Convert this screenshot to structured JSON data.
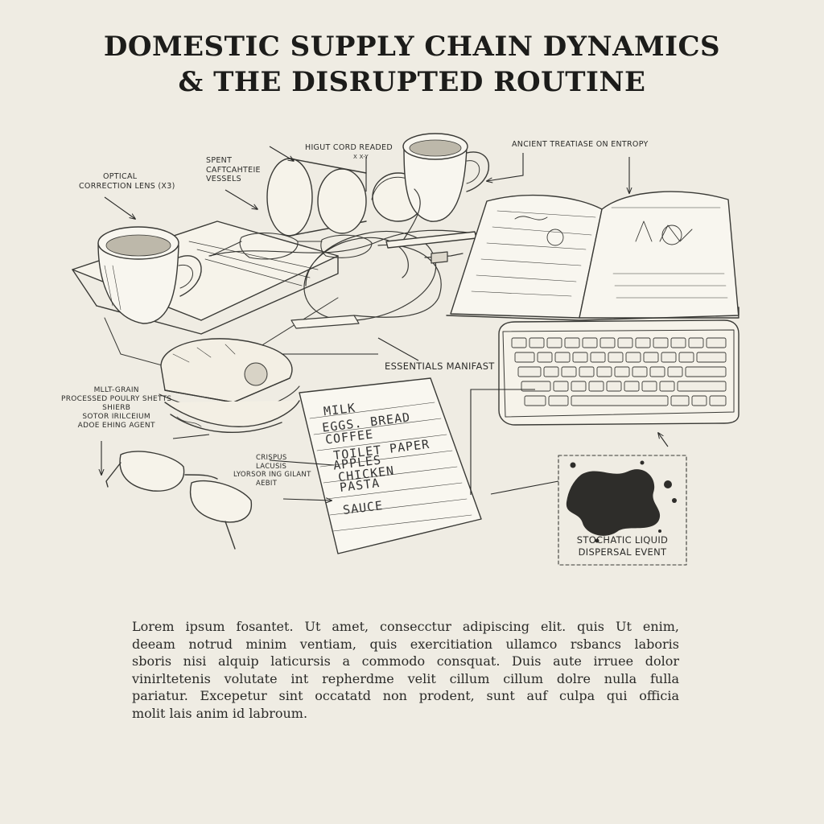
{
  "title": {
    "line1": "DOMESTIC SUPPLY CHAIN DYNAMICS",
    "line2": "& THE DISRUPTED ROUTINE"
  },
  "annotations": {
    "optical": [
      "OPTICAL",
      "CORRECTION LENS (x3)"
    ],
    "spent": [
      "SPENT",
      "CAFTCAHTEIE",
      "VESSELS"
    ],
    "cord": [
      "HIGUT CORD READED",
      "x x-Y"
    ],
    "treatise": "ANCIENT TREATIASE ON ENTROPY",
    "manifest": "ESSENTIALS MANIFAST",
    "sandwich": [
      "MLLT-GRAIN",
      "PROCESSED POULRY SHETTS",
      "SHIERB",
      "SOTOR IRILCEIUM",
      "ADOE EHING AGENT"
    ],
    "crispus": [
      "CRISPUS",
      "LACUSIS",
      "LYORSOR ING GILANT",
      "AEBIT"
    ],
    "spill": [
      "STOCHATIC LIQUID",
      "DISPERSAL EVENT"
    ]
  },
  "shopping_list": [
    "MILK",
    "EGGS. BREAD",
    "COFFEE",
    "TOILET PAPER",
    "APPLES",
    "CHICKEN",
    "PASTA",
    "SAUCE"
  ],
  "body": [
    "Lorem ipsum fosantet. Ut amet, consecctur adipiscing elit. quis Ut enim,",
    "deeam notrud minim ventiam, quis exercitiation ullamco rsbancs laboris",
    "sboris nisi alquip laticursis a commodo consquat. Duis aute irruee dolor",
    "vinirltetenis volutate int repherdme velit cillum cillum dolre nulla fulla",
    "pariatur. Excepetur sint occatatd non prodent, sunt auf culpa qui officia",
    "molit lais anim id labroum."
  ],
  "colors": {
    "paper": "#efece3",
    "ink": "#2a2a28"
  }
}
